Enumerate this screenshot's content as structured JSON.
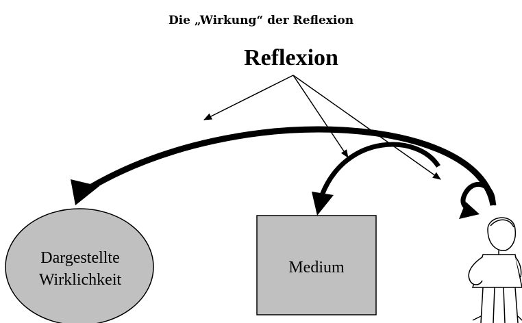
{
  "title": "Die „Wirkung“ der Reflexion",
  "heading": "Reflexion",
  "ellipse": {
    "line1": "Dargestellte",
    "line2": "Wirklichkeit",
    "fill": "#c0c0c0"
  },
  "medium": {
    "label": "Medium",
    "fill": "#c0c0c0"
  },
  "person": {
    "icon": "person-icon"
  }
}
